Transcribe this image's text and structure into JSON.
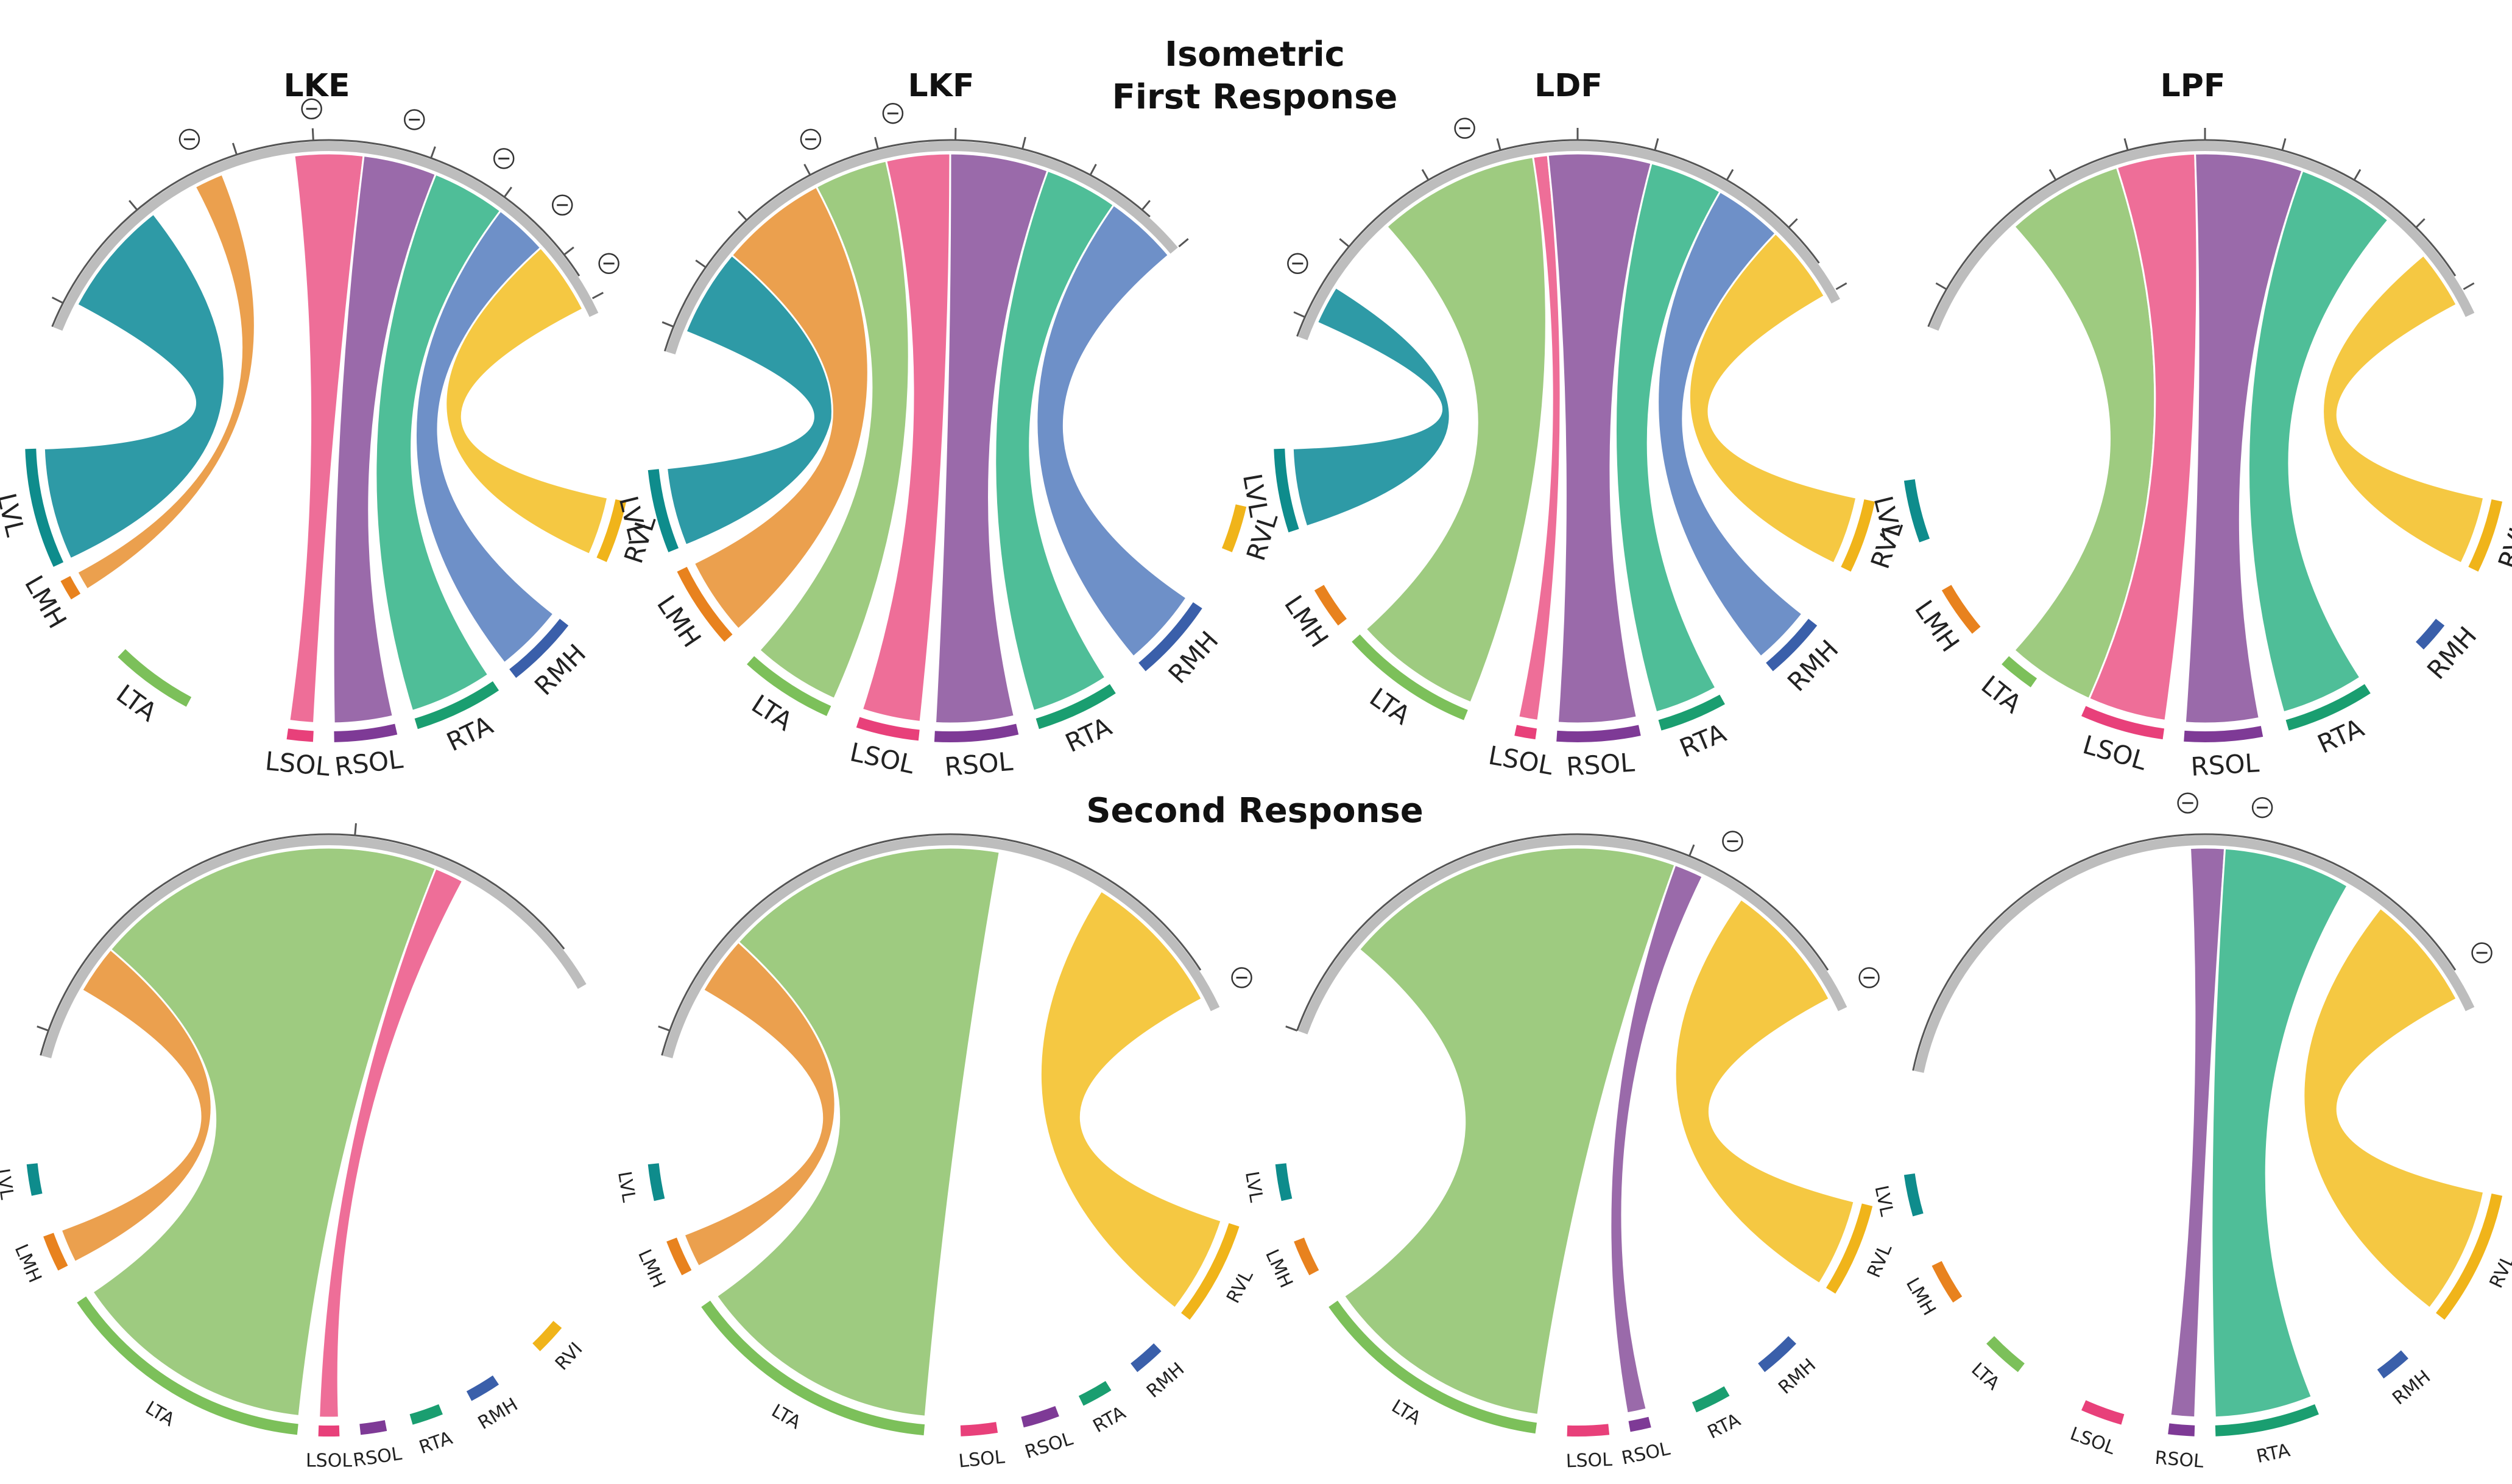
{
  "header": {
    "line1": "Isometric",
    "line2": "First Response",
    "second": "Second Response"
  },
  "panel_titles": [
    "LKE",
    "LKF",
    "LDF",
    "LPF"
  ],
  "muscles": {
    "LVL": "#0E8C8C",
    "LMH": "#E8821E",
    "LTA": "#7CC05A",
    "LSOL": "#E8407A",
    "RSOL": "#7E3A96",
    "RTA": "#1A9E70",
    "RMH": "#3A5FAA",
    "RVL": "#F0B41A"
  },
  "ribbon_colors": {
    "LVL": "#2E9AA6",
    "LMH": "#EBA04E",
    "LTA": "#9ECB80",
    "LSOL": "#EE6E98",
    "RSOL": "#9A6AAA",
    "RTA": "#4FBE98",
    "RMH": "#6E90C8",
    "RVL": "#F5C842"
  },
  "minus_symbol": "⊖",
  "panels": [
    {
      "labels": {
        "LVL": "LVL",
        "LMH": "LMH",
        "LTA": "LTA",
        "LSOL": "LSOL",
        "RSOL": "RSOL",
        "RTA": "RTA",
        "RMH": "RMH",
        "RVL": "RVL"
      },
      "arcs": [
        {
          "m": "LVL",
          "a0": 155,
          "a1": 178
        },
        {
          "m": "LMH",
          "a0": 148,
          "a1": 152
        },
        {
          "m": "LTA",
          "a0": 118,
          "a1": 134
        },
        {
          "m": "LSOL",
          "a0": 93,
          "a1": 98
        },
        {
          "m": "RSOL",
          "a0": 77,
          "a1": 89
        },
        {
          "m": "RTA",
          "a0": 56,
          "a1": 73
        },
        {
          "m": "RMH",
          "a0": 38,
          "a1": 52
        },
        {
          "m": "RVL",
          "a0": 12,
          "a1": 24
        }
      ],
      "top": {
        "a0": -158,
        "a1": -25,
        "ticks": [
          -153,
          -130,
          -108,
          -93,
          -70,
          -54,
          -38,
          -28
        ],
        "minus": [
          -115,
          -93,
          -75,
          -58,
          -45,
          -32
        ]
      },
      "chords": [
        {
          "m": "LVL",
          "s0": 178,
          "s1": 155,
          "t0": -128,
          "t1": -152
        },
        {
          "m": "LMH",
          "s0": 152,
          "s1": 148,
          "t0": -112,
          "t1": -118
        },
        {
          "m": "LSOL",
          "s0": 98,
          "s1": 93,
          "t0": -83,
          "t1": -97
        },
        {
          "m": "RSOL",
          "s0": 89,
          "s1": 77,
          "t0": -68,
          "t1": -83
        },
        {
          "m": "RTA",
          "s0": 73,
          "s1": 56,
          "t0": -53,
          "t1": -68
        },
        {
          "m": "RMH",
          "s0": 52,
          "s1": 38,
          "t0": -42,
          "t1": -53
        },
        {
          "m": "RVL",
          "s0": 24,
          "s1": 12,
          "t0": -27,
          "t1": -42
        }
      ]
    },
    {
      "labels": {
        "LVL": "LVL",
        "LMH": "LMH",
        "LTA": "LTA",
        "LSOL": "LSOL",
        "RSOL": "RSOL",
        "RTA": "RTA",
        "RMH": "RMH",
        "RVL": "RVL"
      },
      "arcs": [
        {
          "m": "LVL",
          "a0": 158,
          "a1": 174
        },
        {
          "m": "LMH",
          "a0": 138,
          "a1": 154
        },
        {
          "m": "LTA",
          "a0": 114,
          "a1": 132
        },
        {
          "m": "LSOL",
          "a0": 96,
          "a1": 108
        },
        {
          "m": "RSOL",
          "a0": 77,
          "a1": 93
        },
        {
          "m": "RTA",
          "a0": 57,
          "a1": 73
        },
        {
          "m": "RMH",
          "a0": 34,
          "a1": 50
        },
        {
          "m": "RVL",
          "a0": 13,
          "a1": 22
        }
      ],
      "top": {
        "a0": -163,
        "a1": -40,
        "ticks": [
          -158,
          -145,
          -133,
          -118,
          -104,
          -89,
          -76,
          -62,
          -50,
          -40
        ],
        "minus": [
          -115,
          -100
        ]
      },
      "chords": [
        {
          "m": "LVL",
          "s0": 174,
          "s1": 158,
          "t0": -136,
          "t1": -158
        },
        {
          "m": "LMH",
          "s0": 154,
          "s1": 138,
          "t0": -118,
          "t1": -140
        },
        {
          "m": "LTA",
          "s0": 132,
          "s1": 114,
          "t0": -103,
          "t1": -118
        },
        {
          "m": "LSOL",
          "s0": 108,
          "s1": 96,
          "t0": -90,
          "t1": -103
        },
        {
          "m": "RSOL",
          "s0": 93,
          "s1": 77,
          "t0": -70,
          "t1": -90
        },
        {
          "m": "RTA",
          "s0": 73,
          "s1": 57,
          "t0": -55,
          "t1": -70
        },
        {
          "m": "RMH",
          "s0": 50,
          "s1": 34,
          "t0": -40,
          "t1": -55
        }
      ]
    },
    {
      "labels": {
        "LVL": "LVL",
        "LMH": "LMH",
        "LTA": "LTA",
        "LSOL": "LSOL",
        "RSOL": "RSOL",
        "RTA": "RTA",
        "RMH": "RMH",
        "RVL": "RVL"
      },
      "arcs": [
        {
          "m": "LVL",
          "a0": 162,
          "a1": 178
        },
        {
          "m": "LMH",
          "a0": 142,
          "a1": 150
        },
        {
          "m": "LTA",
          "a0": 112,
          "a1": 138
        },
        {
          "m": "LSOL",
          "a0": 98,
          "a1": 102
        },
        {
          "m": "RSOL",
          "a0": 78,
          "a1": 94
        },
        {
          "m": "RTA",
          "a0": 61,
          "a1": 74
        },
        {
          "m": "RMH",
          "a0": 38,
          "a1": 50
        },
        {
          "m": "RVL",
          "a0": 12,
          "a1": 26
        }
      ],
      "top": {
        "a0": -160,
        "a1": -28,
        "ticks": [
          -156,
          -140,
          -120,
          -105,
          -90,
          -75,
          -60,
          -45,
          -30
        ],
        "minus": [
          -148,
          -110
        ]
      },
      "chords": [
        {
          "m": "LVL",
          "s0": 178,
          "s1": 162,
          "t0": -148,
          "t1": -156
        },
        {
          "m": "LTA",
          "s0": 138,
          "s1": 112,
          "t0": -99,
          "t1": -132
        },
        {
          "m": "LSOL",
          "s0": 102,
          "s1": 98,
          "t0": -96,
          "t1": -99
        },
        {
          "m": "RSOL",
          "s0": 94,
          "s1": 78,
          "t0": -75,
          "t1": -96
        },
        {
          "m": "RTA",
          "s0": 74,
          "s1": 61,
          "t0": -60,
          "t1": -75
        },
        {
          "m": "RMH",
          "s0": 50,
          "s1": 38,
          "t0": -46,
          "t1": -60
        },
        {
          "m": "RVL",
          "s0": 26,
          "s1": 12,
          "t0": -30,
          "t1": -46
        }
      ]
    },
    {
      "labels": {
        "LVL": "LVL",
        "LMH": "LMH",
        "LTA": "LTA",
        "LSOL": "LSOL",
        "RSOL": "RSOL",
        "RTA": "RTA",
        "RMH": "RMH",
        "RVL": "RVL"
      },
      "arcs": [
        {
          "m": "LVL",
          "a0": 160,
          "a1": 172
        },
        {
          "m": "LMH",
          "a0": 140,
          "a1": 150
        },
        {
          "m": "LTA",
          "a0": 125,
          "a1": 132
        },
        {
          "m": "LSOL",
          "a0": 98,
          "a1": 114
        },
        {
          "m": "RSOL",
          "a0": 79,
          "a1": 94
        },
        {
          "m": "RTA",
          "a0": 57,
          "a1": 74
        },
        {
          "m": "RMH",
          "a0": 38,
          "a1": 44
        },
        {
          "m": "RVL",
          "a0": 12,
          "a1": 26
        }
      ],
      "top": {
        "a0": -158,
        "a1": -25,
        "ticks": [
          -150,
          -120,
          -105,
          -90,
          -75,
          -60,
          -45,
          -30
        ],
        "minus": []
      },
      "chords": [
        {
          "m": "LTA",
          "s0": 132,
          "s1": 114,
          "t0": -108,
          "t1": -132
        },
        {
          "m": "LSOL",
          "s0": 114,
          "s1": 98,
          "t0": -92,
          "t1": -108
        },
        {
          "m": "RSOL",
          "s0": 94,
          "s1": 79,
          "t0": -70,
          "t1": -92
        },
        {
          "m": "RTA",
          "s0": 74,
          "s1": 57,
          "t0": -50,
          "t1": -70
        },
        {
          "m": "RVL",
          "s0": 26,
          "s1": 12,
          "t0": -28,
          "t1": -40
        }
      ]
    },
    {
      "labels": {
        "LVL": "LVL",
        "LMH": "LMH",
        "LTA": "LTA",
        "LSOL": "LSOL",
        "RSOL": "RSOL",
        "RTA": "RTA",
        "RMH": "RMH",
        "RVL": "RVI"
      },
      "arcs": [
        {
          "m": "LVL",
          "a0": 168,
          "a1": 174
        },
        {
          "m": "LMH",
          "a0": 153,
          "a1": 160
        },
        {
          "m": "LTA",
          "a0": 96,
          "a1": 146
        },
        {
          "m": "LSOL",
          "a0": 88,
          "a1": 92
        },
        {
          "m": "RSOL",
          "a0": 79,
          "a1": 84
        },
        {
          "m": "RTA",
          "a0": 68,
          "a1": 74
        },
        {
          "m": "RMH",
          "a0": 56,
          "a1": 62
        },
        {
          "m": "RVL",
          "a0": 40,
          "a1": 46
        }
      ],
      "top": {
        "a0": -165,
        "a1": -30,
        "ticks": [
          -160,
          -85
        ],
        "minus": []
      },
      "chords": [
        {
          "m": "LMH",
          "s0": 160,
          "s1": 153,
          "t0": -140,
          "t1": -150
        },
        {
          "m": "LTA",
          "s0": 146,
          "s1": 96,
          "t0": -68,
          "t1": -140
        },
        {
          "m": "LSOL",
          "s0": 92,
          "s1": 88,
          "t0": -62,
          "t1": -68
        }
      ]
    },
    {
      "labels": {
        "LVL": "LVL",
        "LMH": "LMH",
        "LTA": "LTA",
        "LSOL": "LSOL",
        "RSOL": "RSOL",
        "RTA": "RTA",
        "RMH": "RMH",
        "RVL": "RVL"
      },
      "arcs": [
        {
          "m": "LVL",
          "a0": 167,
          "a1": 174
        },
        {
          "m": "LMH",
          "a0": 152,
          "a1": 159
        },
        {
          "m": "LTA",
          "a0": 95,
          "a1": 145
        },
        {
          "m": "LSOL",
          "a0": 81,
          "a1": 88
        },
        {
          "m": "RSOL",
          "a0": 69,
          "a1": 76
        },
        {
          "m": "RTA",
          "a0": 58,
          "a1": 64
        },
        {
          "m": "RMH",
          "a0": 46,
          "a1": 52
        },
        {
          "m": "RVL",
          "a0": 18,
          "a1": 38
        }
      ],
      "top": {
        "a0": -165,
        "a1": -25,
        "ticks": [
          -160
        ],
        "minus": [
          -28
        ]
      },
      "chords": [
        {
          "m": "LMH",
          "s0": 159,
          "s1": 152,
          "t0": -138,
          "t1": -150
        },
        {
          "m": "LTA",
          "s0": 145,
          "s1": 95,
          "t0": -80,
          "t1": -138
        },
        {
          "m": "RVL",
          "s0": 38,
          "s1": 18,
          "t0": -28,
          "t1": -58
        }
      ]
    },
    {
      "labels": {
        "LVL": "LVL",
        "LMH": "LMH",
        "LTA": "LTA",
        "LSOL": "LSOL",
        "RSOL": "RSOL",
        "RTA": "RTA",
        "RMH": "RMH",
        "RVL": "RVL"
      },
      "arcs": [
        {
          "m": "LVL",
          "a0": 167,
          "a1": 174
        },
        {
          "m": "LMH",
          "a0": 152,
          "a1": 159
        },
        {
          "m": "LTA",
          "a0": 98,
          "a1": 145
        },
        {
          "m": "LSOL",
          "a0": 84,
          "a1": 92
        },
        {
          "m": "RSOL",
          "a0": 76,
          "a1": 80
        },
        {
          "m": "RTA",
          "a0": 60,
          "a1": 67
        },
        {
          "m": "RMH",
          "a0": 44,
          "a1": 52
        },
        {
          "m": "RVL",
          "a0": 14,
          "a1": 32
        }
      ],
      "top": {
        "a0": -160,
        "a1": -25,
        "ticks": [
          -160,
          -68
        ],
        "minus": [
          -62,
          -28
        ]
      },
      "chords": [
        {
          "m": "LTA",
          "s0": 145,
          "s1": 98,
          "t0": -70,
          "t1": -140
        },
        {
          "m": "RSOL",
          "s0": 80,
          "s1": 76,
          "t0": -64,
          "t1": -70
        },
        {
          "m": "RVL",
          "s0": 32,
          "s1": 14,
          "t0": -28,
          "t1": -55
        }
      ]
    },
    {
      "labels": {
        "LVL": "LVL",
        "LMH": "LMH",
        "LTA": "LTA",
        "LSOL": "LSOL",
        "RSOL": "RSOL",
        "RTA": "RTA",
        "RMH": "RMH",
        "RVL": "RVL"
      },
      "arcs": [
        {
          "m": "LVL",
          "a0": 164,
          "a1": 172
        },
        {
          "m": "LMH",
          "a0": 146,
          "a1": 154
        },
        {
          "m": "LTA",
          "a0": 128,
          "a1": 136
        },
        {
          "m": "LSOL",
          "a0": 106,
          "a1": 114
        },
        {
          "m": "RSOL",
          "a0": 92,
          "a1": 97
        },
        {
          "m": "RTA",
          "a0": 68,
          "a1": 88
        },
        {
          "m": "RMH",
          "a0": 48,
          "a1": 54
        },
        {
          "m": "RVL",
          "a0": 12,
          "a1": 38
        }
      ],
      "top": {
        "a0": -168,
        "a1": -25,
        "ticks": [],
        "minus": [
          -93,
          -80,
          -33
        ]
      },
      "chords": [
        {
          "m": "RSOL",
          "s0": 97,
          "s1": 92,
          "t0": -86,
          "t1": -93
        },
        {
          "m": "RTA",
          "s0": 88,
          "s1": 68,
          "t0": -60,
          "t1": -86
        },
        {
          "m": "RVL",
          "s0": 38,
          "s1": 12,
          "t0": -28,
          "t1": -52
        }
      ]
    }
  ]
}
